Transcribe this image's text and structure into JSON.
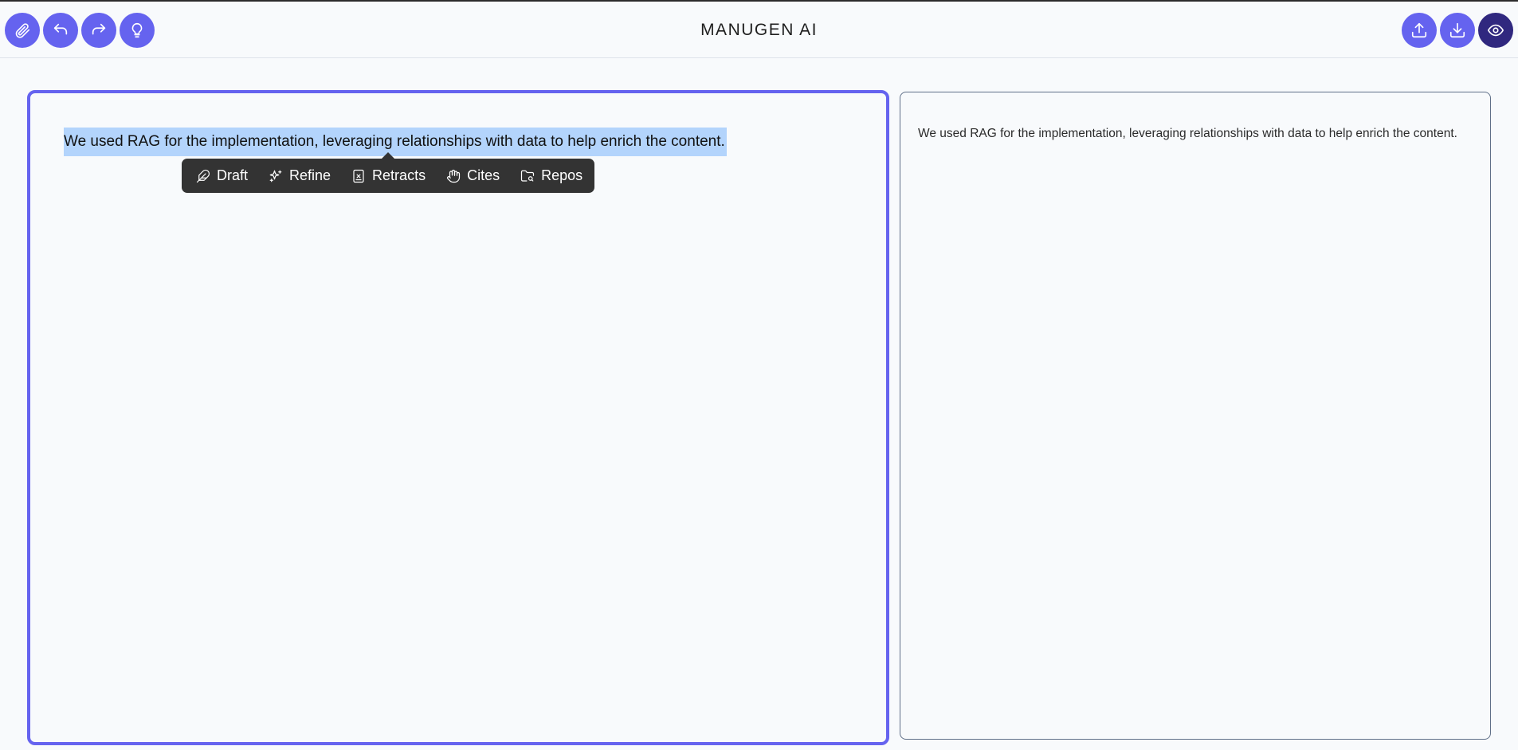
{
  "app": {
    "title": "MANUGEN AI"
  },
  "header": {
    "left_buttons": [
      {
        "icon": "paperclip-icon",
        "action": "attach"
      },
      {
        "icon": "undo-icon",
        "action": "undo"
      },
      {
        "icon": "redo-icon",
        "action": "redo"
      },
      {
        "icon": "lightbulb-icon",
        "action": "suggest"
      }
    ],
    "right_buttons": [
      {
        "icon": "upload-icon",
        "action": "upload"
      },
      {
        "icon": "download-icon",
        "action": "download"
      },
      {
        "icon": "eye-icon",
        "action": "preview"
      }
    ]
  },
  "editor": {
    "selected_text": "We used RAG for the implementation, leveraging relationships with data to help enrich the content."
  },
  "selection_toolbar": {
    "items": [
      {
        "label": "Draft",
        "icon": "feather-icon"
      },
      {
        "label": "Refine",
        "icon": "sparkles-icon"
      },
      {
        "label": "Retracts",
        "icon": "file-x-icon"
      },
      {
        "label": "Cites",
        "icon": "hand-icon"
      },
      {
        "label": "Repos",
        "icon": "folder-search-icon"
      }
    ]
  },
  "preview": {
    "text": "We used RAG for the implementation, leveraging relationships with data to help enrich the content."
  },
  "colors": {
    "accent": "#6563ef",
    "accent_dark": "#30287f",
    "toolbar_bg": "#333333",
    "selection": "#b3d4fc",
    "background": "#f8fafc"
  }
}
